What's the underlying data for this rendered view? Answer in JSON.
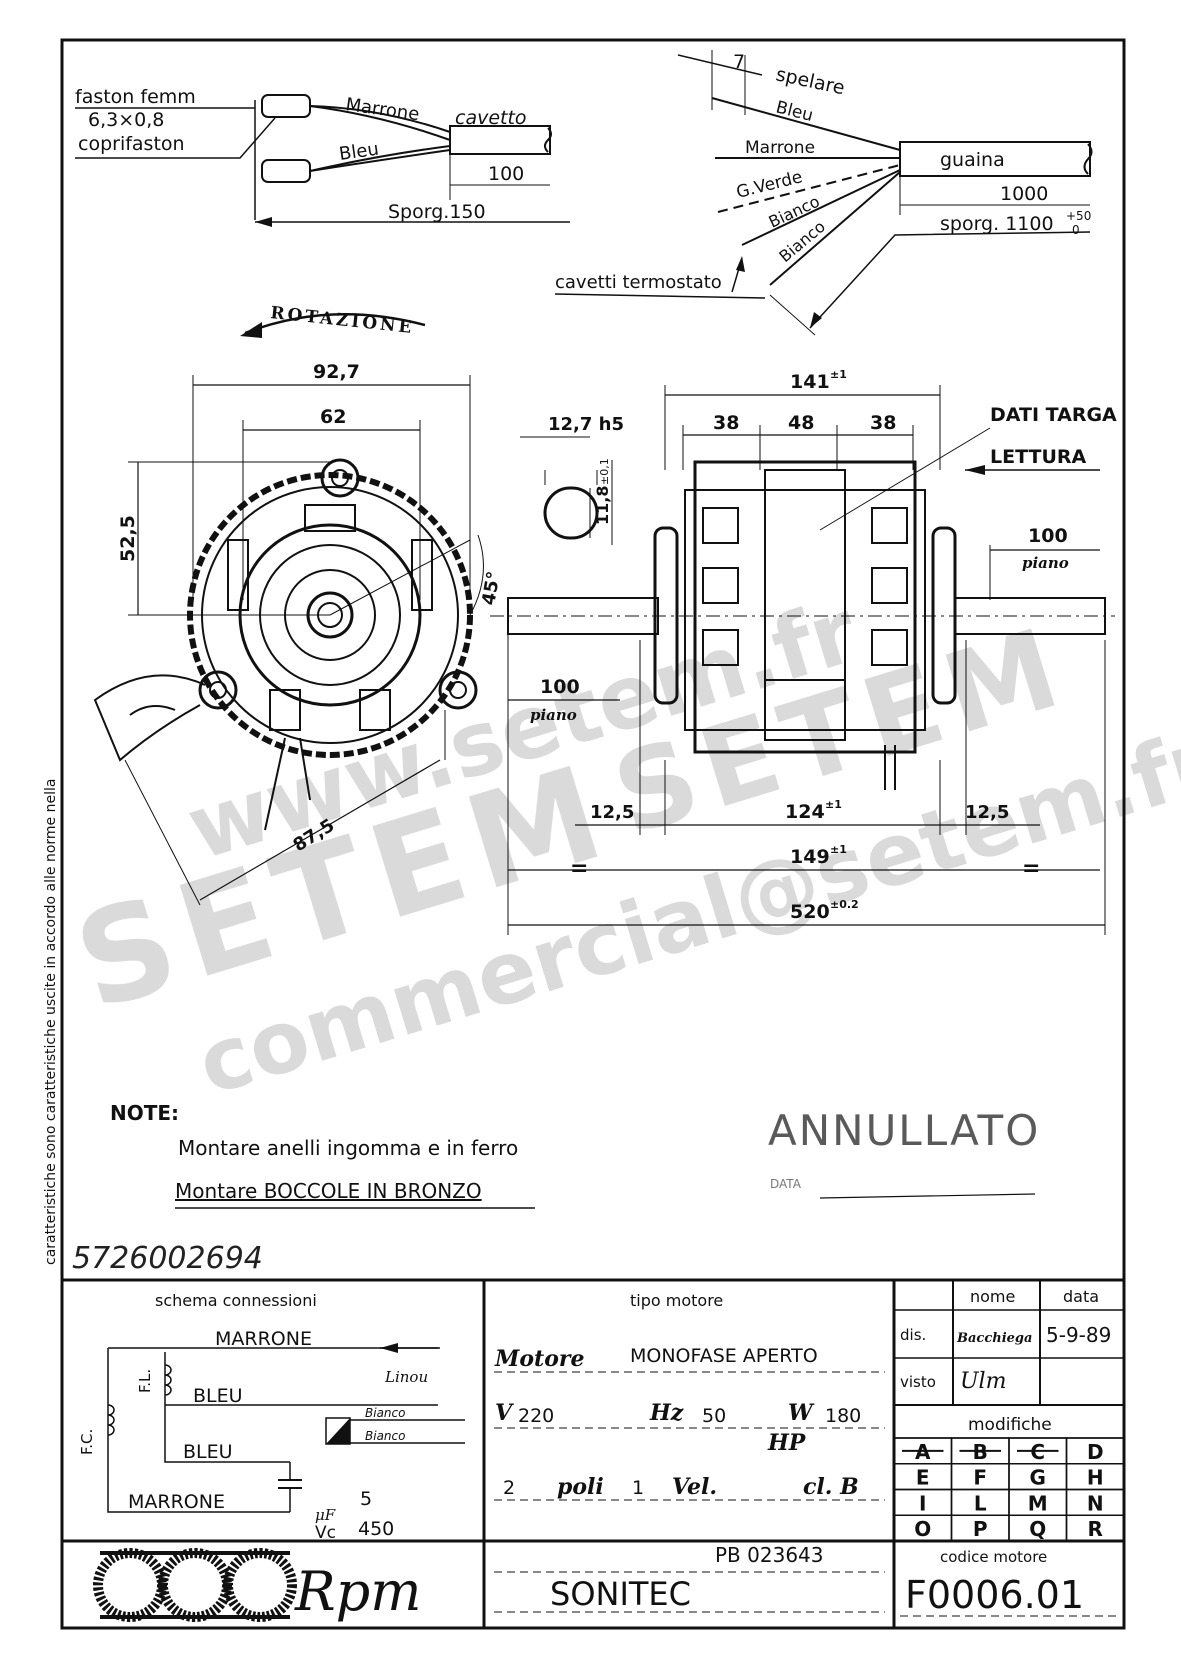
{
  "wiring": {
    "left": {
      "faston": "faston femm",
      "faston_size": "6,3×0,8",
      "cover": "coprifaston",
      "wire1": "Marrone",
      "wire2": "Bleu",
      "cable": "cavetto",
      "length": "100",
      "overhang": "Sporg.150"
    },
    "right": {
      "strip": "7",
      "strip_label": "spelare",
      "wire1": "Bleu",
      "wire2": "Marrone",
      "sheath": "guaina",
      "wire3": "G.Verde",
      "wire4": "Bianco",
      "wire5": "Bianco",
      "thermostat": "cavetti termostato",
      "length": "1000",
      "overhang": "sporg. 1100",
      "overhang_tol": "+50",
      "overhang_tol_low": "0"
    }
  },
  "front_view": {
    "rotation": "ROTAZIONE",
    "dim_outer": "92,7",
    "dim_inner": "62",
    "dim_height": "52,5",
    "angle": "45°",
    "dim_holes": "87,5",
    "shaft_dia": "12,7 h5",
    "shaft_flat": "11,8",
    "shaft_flat_tol": "±0,1"
  },
  "side_view": {
    "dim_total_body": "141",
    "dim_total_body_tol": "±1",
    "dim_a": "38",
    "dim_b": "48",
    "dim_c": "38",
    "plate_label": "DATI TARGA",
    "reading": "LETTURA",
    "shaft_right": "100",
    "shaft_right_label": "piano",
    "shaft_left": "100",
    "shaft_left_label": "piano",
    "gap_left": "12,5",
    "body_len": "124",
    "body_len_tol": "±1",
    "gap_right": "12,5",
    "eq": "=",
    "bearing_len": "149",
    "bearing_len_tol": "±1",
    "total_len": "520",
    "total_len_tol": "±0.2"
  },
  "notes": {
    "heading": "NOTE:",
    "line1": "Montare anelli ingomma e in ferro",
    "line2": "Montare BOCCOLE IN BRONZO"
  },
  "stamp": {
    "text": "ANNULLATO",
    "date_label": "DATA"
  },
  "handwritten_number": "5726002694",
  "side_note": "caratteristiche sono caratteristiche uscite in accordo alle norme nella",
  "title_block": {
    "schema_title": "schema connessioni",
    "schema": {
      "marrone_top": "MARRONE",
      "fl": "F.L.",
      "bleu1": "BLEU",
      "linou": "Linou",
      "bleu2": "BLEU",
      "fc": "F.C.",
      "bianco1": "Bianco",
      "bianco2": "Bianco",
      "marrone_bottom": "MARRONE",
      "cap_label": "μF",
      "cap_value": "5",
      "vc_label": "Vc",
      "vc_value": "450"
    },
    "motor_title": "tipo motore",
    "motor": {
      "motore": "Motore",
      "type": "MONOFASE APERTO",
      "v_label": "V",
      "v_value": "220",
      "hz_label": "Hz",
      "hz_value": "50",
      "w_label": "W",
      "w_value": "180",
      "hp_label": "HP",
      "poles_value": "2",
      "poles_label": "poli",
      "vel_value": "1",
      "vel_label": "Vel.",
      "cl_label": "cl. B"
    },
    "names": {
      "nome_header": "nome",
      "data_header": "data",
      "dis_label": "dis.",
      "dis_name": "Bacchiega",
      "dis_date": "5-9-89",
      "visto_label": "visto",
      "visto_sign": "Ulm"
    },
    "modifiche_title": "modifiche",
    "modifiche": [
      [
        "A",
        "B",
        "C",
        "D"
      ],
      [
        "E",
        "F",
        "G",
        "H"
      ],
      [
        "I",
        "L",
        "M",
        "N"
      ],
      [
        "O",
        "P",
        "Q",
        "R"
      ]
    ],
    "logo_text": "Rpm",
    "pb_code": "PB 023643",
    "maker": "SONITEC",
    "code_label": "codice motore",
    "code_value": "F0006.01"
  },
  "watermark": {
    "big": "SETEM",
    "url": "www.setem.fr",
    "email": "commercial@setem.fr"
  }
}
